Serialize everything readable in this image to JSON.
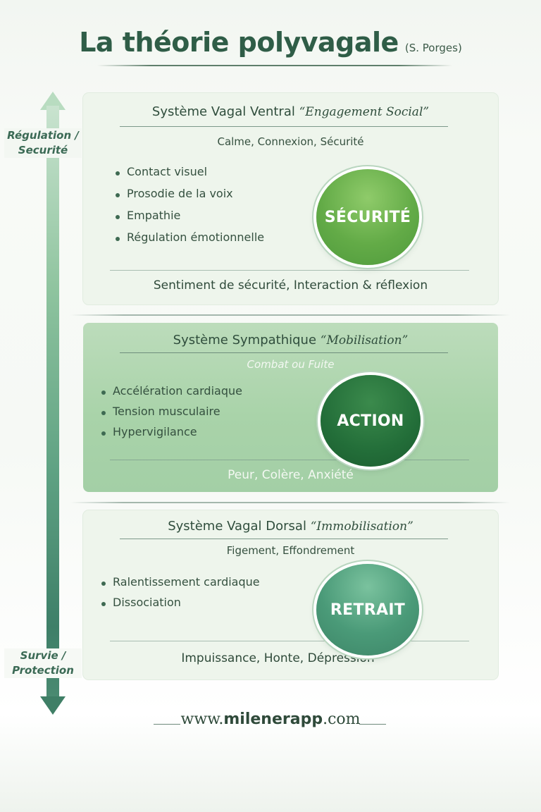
{
  "header": {
    "title": "La théorie polyvagale",
    "subtitle": "(S. Porges)"
  },
  "axis": {
    "top_label_line1": "Régulation /",
    "top_label_line2": "Securité",
    "bottom_label_line1": "Survie /",
    "bottom_label_line2": "Protection"
  },
  "ventral": {
    "title": "Système Vagal Ventral",
    "title_quote": "“Engagement Social”",
    "subtitle": "Calme, Connexion, Sécurité",
    "bullets": [
      "Contact visuel",
      "Prosodie de la voix",
      "Empathie",
      "Régulation émotionnelle"
    ],
    "badge": "SÉCURITÉ",
    "footer": "Sentiment de sécurité, Interaction & réflexion"
  },
  "sympathetic": {
    "title": "Système Sympathique",
    "title_quote": "“Mobilisation”",
    "subtitle": "Combat ou Fuite",
    "bullets": [
      "Accélération cardiaque",
      "Tension musculaire",
      "Hypervigilance"
    ],
    "badge": "ACTION",
    "footer": "Peur, Colère, Anxiété"
  },
  "dorsal": {
    "title": "Système Vagal Dorsal",
    "title_quote": "“Immobilisation”",
    "subtitle": "Figement, Effondrement",
    "bullets": [
      "Ralentissement cardiaque",
      "Dissociation"
    ],
    "badge": "RETRAIT",
    "footer": "Impuissance, Honte, Dépression"
  },
  "footer": {
    "website_prefix": "www.",
    "website_brand": "milenerapp",
    "website_suffix": ".com"
  },
  "colors": {
    "accent": "#2f5d47",
    "ventral_badge": "#63ab47",
    "sympathetic_badge": "#236e39",
    "dorsal_badge": "#4a9a78"
  }
}
